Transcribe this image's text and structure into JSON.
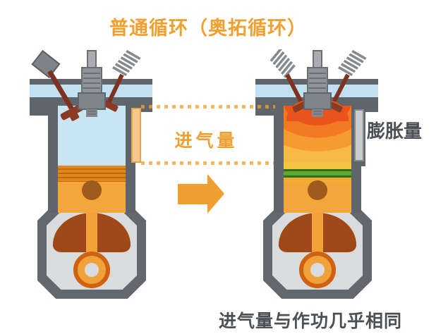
{
  "title": "普通循环（奥拓循环）",
  "labels": {
    "intake": "进气量",
    "expansion": "膨胀量",
    "caption": "进气量与作功几乎相同"
  },
  "colors": {
    "accent_orange": "#F0A030",
    "label_gray": "#4A5054",
    "metal_dark": "#5F666B",
    "metal_light": "#9096A0",
    "intake_blue": "#C7E5F3",
    "combustion_red": "#E23B12",
    "combustion_yellow": "#F8B945",
    "piston_orange": "#F4A63C",
    "ring_green": "#5CA833",
    "valve_dark_red": "#8B3A24",
    "intake_bar_tan": "#F3C98E",
    "expansion_bar_gray": "#C9CCCD",
    "crankcase_interior": "#DADBDC",
    "counterweight_rust": "#A04818"
  },
  "icons": {
    "left_engine": "engine-cylinder-intake-stroke",
    "right_engine": "engine-cylinder-power-stroke",
    "arrow": "right-arrow"
  }
}
